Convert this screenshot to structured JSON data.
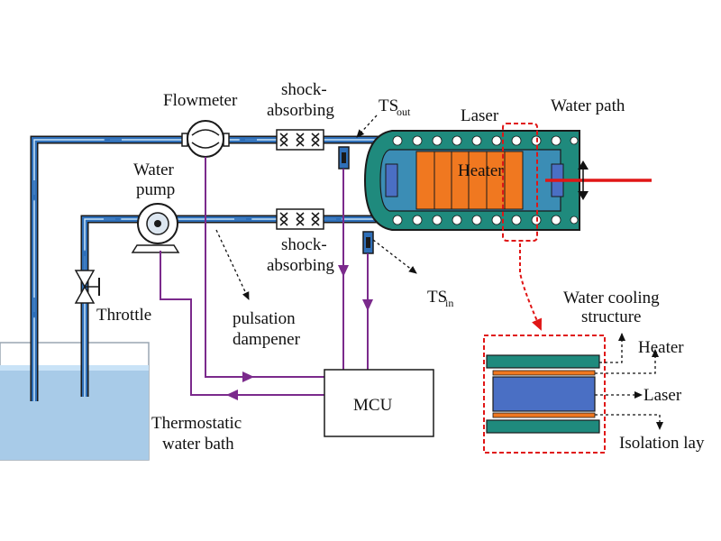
{
  "labels": {
    "flowmeter": "Flowmeter",
    "shock_top_1": "shock-",
    "shock_top_2": "absorbing",
    "ts_out_main": "TS",
    "ts_out_sub": "out",
    "laser": "Laser",
    "water_path": "Water path",
    "water_pump_1": "Water",
    "water_pump_2": "pump",
    "heater": "Heater",
    "shock_bot_1": "shock-",
    "shock_bot_2": "absorbing",
    "ts_in_main": "TS",
    "ts_in_sub": "in",
    "throttle": "Throttle",
    "pulsation_1": "pulsation",
    "pulsation_2": "dampener",
    "mcu": "MCU",
    "bath_1": "Thermostatic",
    "bath_2": "water bath",
    "cooling_1": "Water cooling",
    "cooling_2": "structure",
    "detail_heater": "Heater",
    "detail_laser": "Laser",
    "detail_isolation": "Isolation lay"
  },
  "colors": {
    "pipe_outline": "#1a1a1a",
    "pipe_fill": "#2f6fb8",
    "pipe_highlight": "#c9e3f7",
    "signal_line": "#7b2a8c",
    "laser_beam": "#e01616",
    "heater_fill": "#f07820",
    "cooling_housing": "#1f8a7d",
    "laser_rod": "#4a6fc4",
    "callout_red": "#e01616",
    "water_fill": "#a8cbe8"
  }
}
